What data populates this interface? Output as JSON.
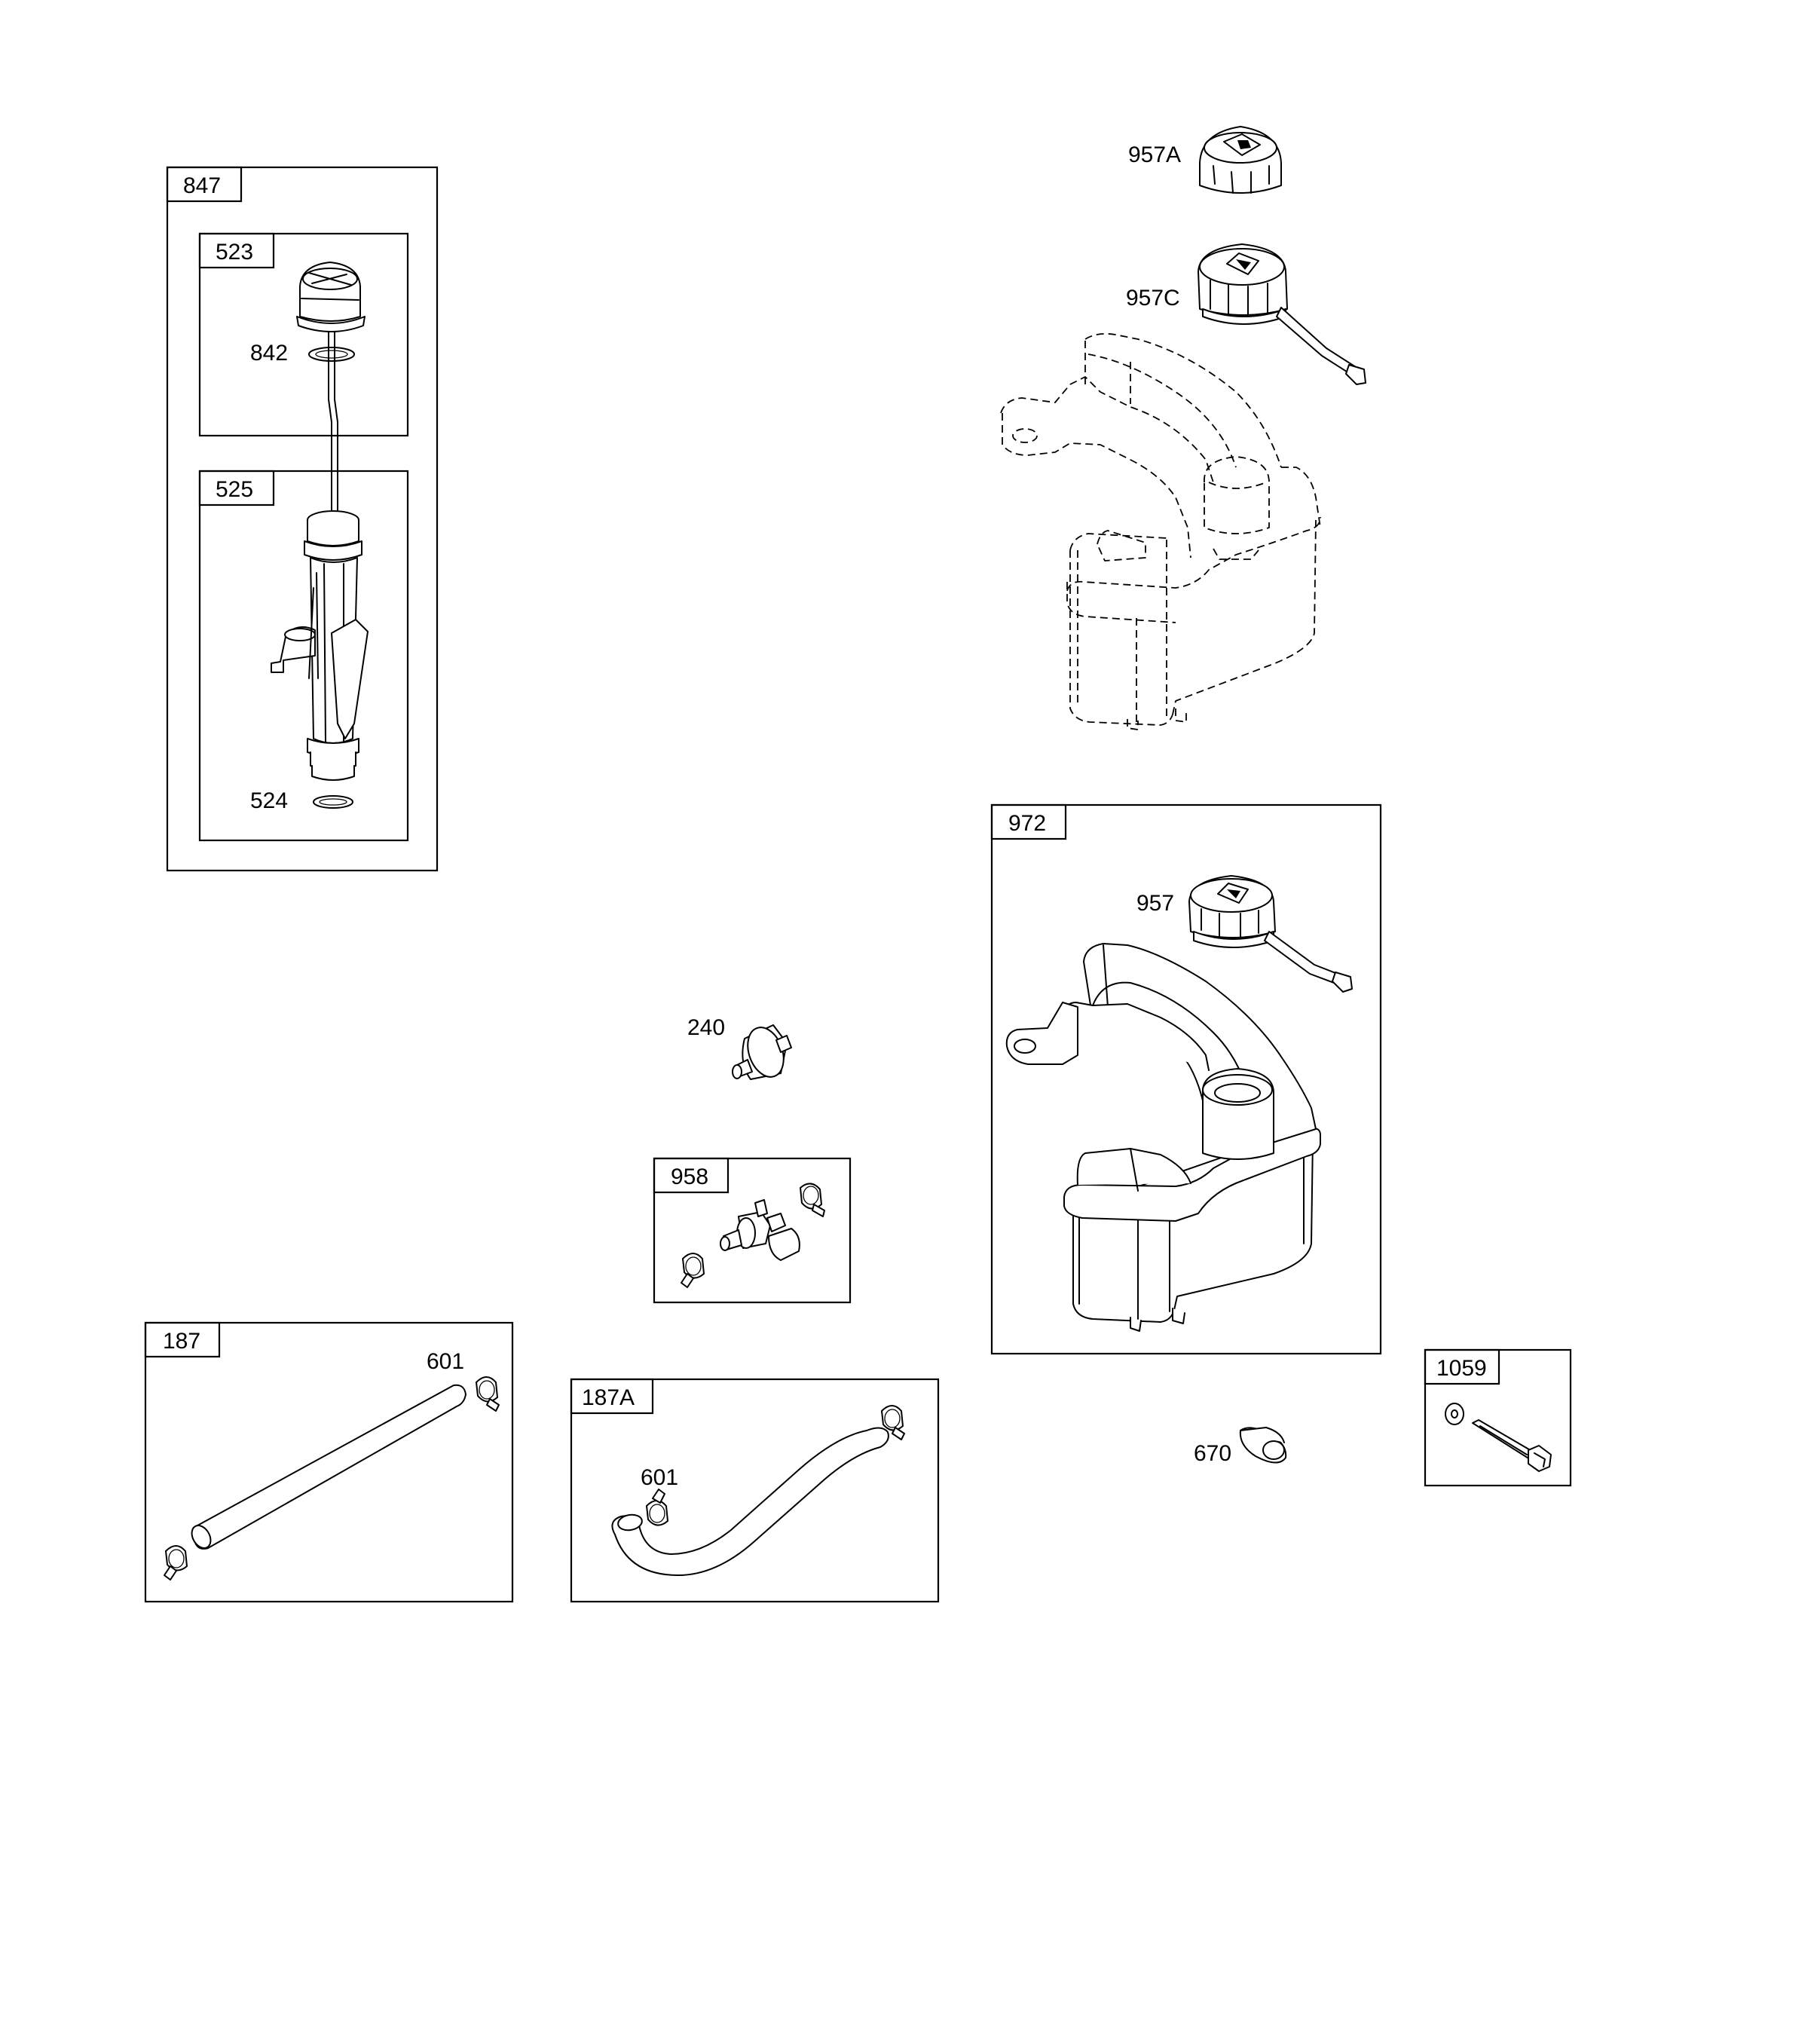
{
  "callouts": {
    "c847": "847",
    "c523": "523",
    "c842": "842",
    "c525": "525",
    "c524": "524",
    "c957A": "957A",
    "c957C": "957C",
    "c972": "972",
    "c957": "957",
    "c240": "240",
    "c958": "958",
    "c187": "187",
    "c601a": "601",
    "c187A": "187A",
    "c601b": "601",
    "c670": "670",
    "c1059": "1059"
  }
}
